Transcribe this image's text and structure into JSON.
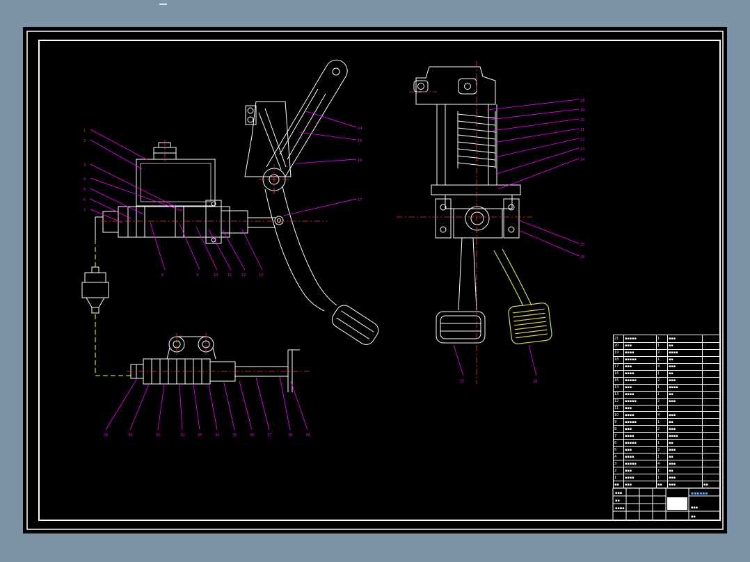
{
  "colors": {
    "background": "#7d93a8",
    "sheet": "#000000",
    "line": "#ffffff",
    "leader": "#ff00ff",
    "centerline": "#ff3030",
    "hydraulic": "#ffff00",
    "accel": "#d6d65a",
    "blue_text": "#4da6ff"
  },
  "callouts": {
    "side_left": [
      "1",
      "2",
      "3",
      "4",
      "5",
      "6",
      "7"
    ],
    "side_bottom": [
      "8",
      "9",
      "10",
      "11",
      "12",
      "13"
    ],
    "side_right": [
      "14",
      "15",
      "16",
      "17"
    ],
    "front_right": [
      "18",
      "19",
      "20",
      "21",
      "22",
      "23",
      "24",
      "25",
      "26"
    ],
    "front_bottom": [
      "27",
      "28"
    ],
    "bottom_row": [
      "29",
      "30",
      "31",
      "32",
      "33",
      "34",
      "35",
      "36",
      "37",
      "38",
      "39"
    ]
  },
  "bom": {
    "rows": [
      [
        "21",
        "▪▪▪▪▪",
        "1",
        "▪▪▪",
        ""
      ],
      [
        "20",
        "▪▪▪",
        "1",
        "▪▪",
        ""
      ],
      [
        "19",
        "▪▪▪▪",
        "2",
        "▪▪▪▪",
        ""
      ],
      [
        "18",
        "▪▪▪▪▪",
        "1",
        "▪▪",
        ""
      ],
      [
        "17",
        "▪▪▪",
        "4",
        "▪▪▪",
        ""
      ],
      [
        "16",
        "▪▪▪▪",
        "1",
        "▪▪",
        ""
      ],
      [
        "15",
        "▪▪▪▪▪",
        "2",
        "▪▪▪",
        ""
      ],
      [
        "14",
        "▪▪▪",
        "1",
        "▪▪▪▪",
        ""
      ],
      [
        "13",
        "▪▪▪▪",
        "1",
        "▪▪",
        ""
      ],
      [
        "12",
        "▪▪▪▪▪",
        "2",
        "▪▪▪",
        ""
      ],
      [
        "11",
        "▪▪▪",
        "1",
        "",
        ""
      ],
      [
        "10",
        "▪▪▪▪",
        "4",
        "▪▪▪",
        ""
      ],
      [
        "9",
        "▪▪▪▪▪",
        "1",
        "▪▪",
        ""
      ],
      [
        "8",
        "▪▪▪",
        "2",
        "▪▪▪",
        ""
      ],
      [
        "7",
        "▪▪▪▪",
        "1",
        "▪▪▪▪",
        ""
      ],
      [
        "6",
        "▪▪▪▪▪",
        "1",
        "▪▪",
        ""
      ],
      [
        "5",
        "▪▪▪",
        "2",
        "▪▪▪",
        ""
      ],
      [
        "4",
        "▪▪▪▪",
        "1",
        "▪▪",
        ""
      ],
      [
        "3",
        "▪▪▪▪▪",
        "4",
        "▪▪▪",
        ""
      ],
      [
        "2",
        "▪▪▪",
        "1",
        "▪▪",
        ""
      ],
      [
        "1",
        "▪▪▪▪",
        "1",
        "▪▪▪",
        ""
      ],
      [
        "▪▪",
        "▪▪▪",
        "▪▪",
        "▪▪▪",
        "▪▪"
      ]
    ]
  },
  "title_block": {
    "blue_text": "▪▪▪▪▪▪",
    "cells": [
      "▪▪▪",
      "▪▪",
      "▪▪▪▪",
      "▪▪▪",
      "▪▪"
    ]
  }
}
